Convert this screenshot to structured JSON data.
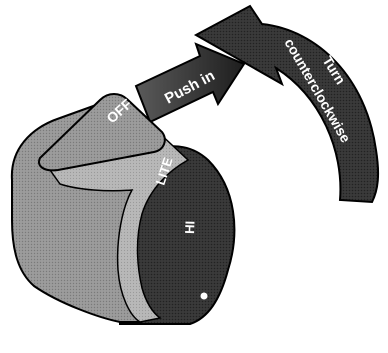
{
  "knob": {
    "labels": {
      "off": "OFF",
      "lite": "LITE",
      "hi": "HI"
    },
    "colors": {
      "body_light": "#a8a8a8",
      "body_mid": "#8a8a8a",
      "body_dark": "#3c3c3c",
      "ring": "#2a2a2a",
      "outline": "#000000"
    }
  },
  "arrows": {
    "push": {
      "label": "Push in",
      "color": "#2a2a2a"
    },
    "turn": {
      "line1": "Turn",
      "line2": "counterclockwise",
      "color": "#2a2a2a"
    }
  }
}
